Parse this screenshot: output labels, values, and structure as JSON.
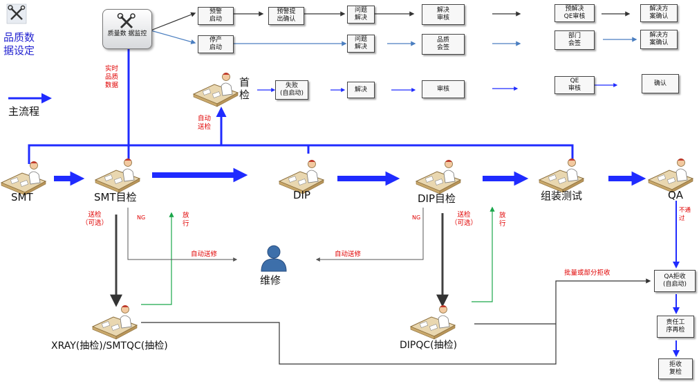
{
  "corner": {
    "title": "品质数\n据设定",
    "icon": "tools-icon"
  },
  "legend": {
    "main_flow": "主流程"
  },
  "monitor": {
    "label": "质量数\n据监控",
    "icon": "tools-icon"
  },
  "row1": [
    "预警\n启动",
    "预警提\n出确认",
    "问题\n解决",
    "解决\n审核",
    "预解决\nQE审核",
    "解决方\n案确认"
  ],
  "row2": [
    "停产\n启动",
    "问题\n解决",
    "品质\n会签",
    "部门\n会签",
    "解决方\n案确认"
  ],
  "first_article": {
    "label": "首\n检",
    "boxes": [
      "失败\n(自启动)",
      "解决",
      "审核",
      "QE\n审核",
      "确认"
    ]
  },
  "annotations": {
    "realtime": "实时\n品质\n数据",
    "auto_send_inspect": "自动\n送检",
    "send_optional_1": "送检\n（可选）",
    "ng_1": "NG",
    "release_1": "放\n行",
    "auto_repair_1": "自动送修",
    "auto_repair_2": "自动送修",
    "ng_2": "NG",
    "send_optional_2": "送检\n（可选）",
    "release_2": "放\n行",
    "batch_reject": "批量或部分拒收",
    "not_pass": "不通\n过"
  },
  "stations": [
    "SMT",
    "SMT目检",
    "DIP",
    "DIP目检",
    "组装测试",
    "QA"
  ],
  "repair": "维修",
  "qc": {
    "xray": "XRAY(抽检)/SMTQC(抽检)",
    "dip": "DIPQC(抽检)"
  },
  "qa_flow": [
    "QA拒收\n(自启动)",
    "责任工\n序再检",
    "拒收\n复检"
  ],
  "colors": {
    "main_flow": "#1f2bff",
    "row2_arrow": "#4a7ec0",
    "release": "#1aa64a",
    "dark": "#404040",
    "text_blue": "#2323d0",
    "red": "#e00000"
  }
}
